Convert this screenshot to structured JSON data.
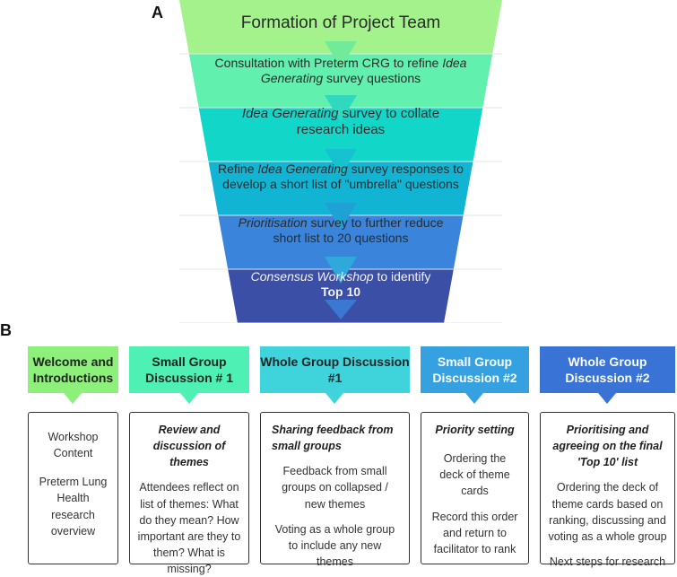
{
  "labels": {
    "a": "A",
    "b": "B"
  },
  "funnel": {
    "stage1": {
      "text": "Formation of Project Team",
      "color": "#9ef28a"
    },
    "stage2": {
      "l1a": "Consultation  with Preterm CRG to refine ",
      "l1b": "Idea",
      "l2a": "Generating",
      "l2b": " survey questions",
      "color": "#66f0b0"
    },
    "stage3": {
      "l1a": "Idea Generating",
      "l1b": " survey to collate",
      "l2": "research ideas",
      "color": "#1ed4c8"
    },
    "stage4": {
      "l1a": "Refine ",
      "l1b": "Idea Generating",
      "l1c": " survey responses to",
      "l2": "develop a short list of \"umbrella\" questions",
      "color": "#18b7d2"
    },
    "stage5": {
      "l1a": "Prioritisation",
      "l1b": " survey to further reduce",
      "l2": "short list to 20 questions",
      "color": "#3a86db"
    },
    "stage6": {
      "l1a": "Consensus Workshop",
      "l1b": " to identify",
      "l2": "Top 10",
      "color": "#3b51a8"
    }
  },
  "workshop": {
    "columns": [
      {
        "header": "Welcome and Introductions",
        "color": "#8cf07a",
        "body": [
          "Workshop Content",
          "Preterm Lung Health research overview"
        ]
      },
      {
        "header": "Small Group Discussion # 1",
        "color": "#4ef0b4",
        "subtitle": "Review and discussion of themes",
        "body": [
          "Attendees reflect on list of themes: What do they mean? How important are they to them? What is missing?"
        ]
      },
      {
        "header": "Whole Group Discussion #1",
        "color": "#3fd3dc",
        "subtitle": "Sharing feedback from small groups",
        "body": [
          "Feedback from small groups on collapsed / new themes",
          "Voting as a whole group to include any new themes"
        ]
      },
      {
        "header": "Small Group Discussion #2",
        "color": "#36a1e0",
        "subtitle": "Priority setting",
        "body": [
          "Ordering the deck of theme cards",
          "Record this order and return to facilitator to rank"
        ]
      },
      {
        "header": "Whole Group Discussion #2",
        "color": "#3a73d6",
        "subtitle": "Prioritising and agreeing on the final 'Top 10' list",
        "body": [
          "Ordering the deck of theme cards based on ranking, discussing and voting as a whole group",
          "Next steps for research"
        ]
      }
    ]
  }
}
